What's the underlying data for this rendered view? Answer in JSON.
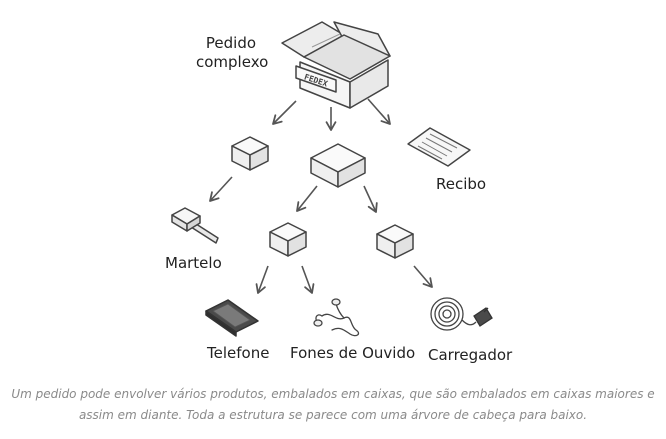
{
  "root": {
    "line1": "Pedido",
    "line2": "complexo",
    "stamp": "FEDEX"
  },
  "leaves": {
    "receipt": "Recibo",
    "hammer": "Martelo",
    "phone": "Telefone",
    "headphones": "Fones de Ouvido",
    "charger": "Carregador"
  },
  "caption": {
    "line1": "Um pedido pode envolver vários produtos, embalados em caixas, que são embalados em caixas maiores e",
    "line2": "assim em diante. Toda a estrutura se parece com uma árvore de cabeça para baixo."
  },
  "colors": {
    "stroke": "#555555",
    "box_fill": "#f1f1f1",
    "box_top": "#fafafa",
    "caption": "#8a8a8a"
  }
}
